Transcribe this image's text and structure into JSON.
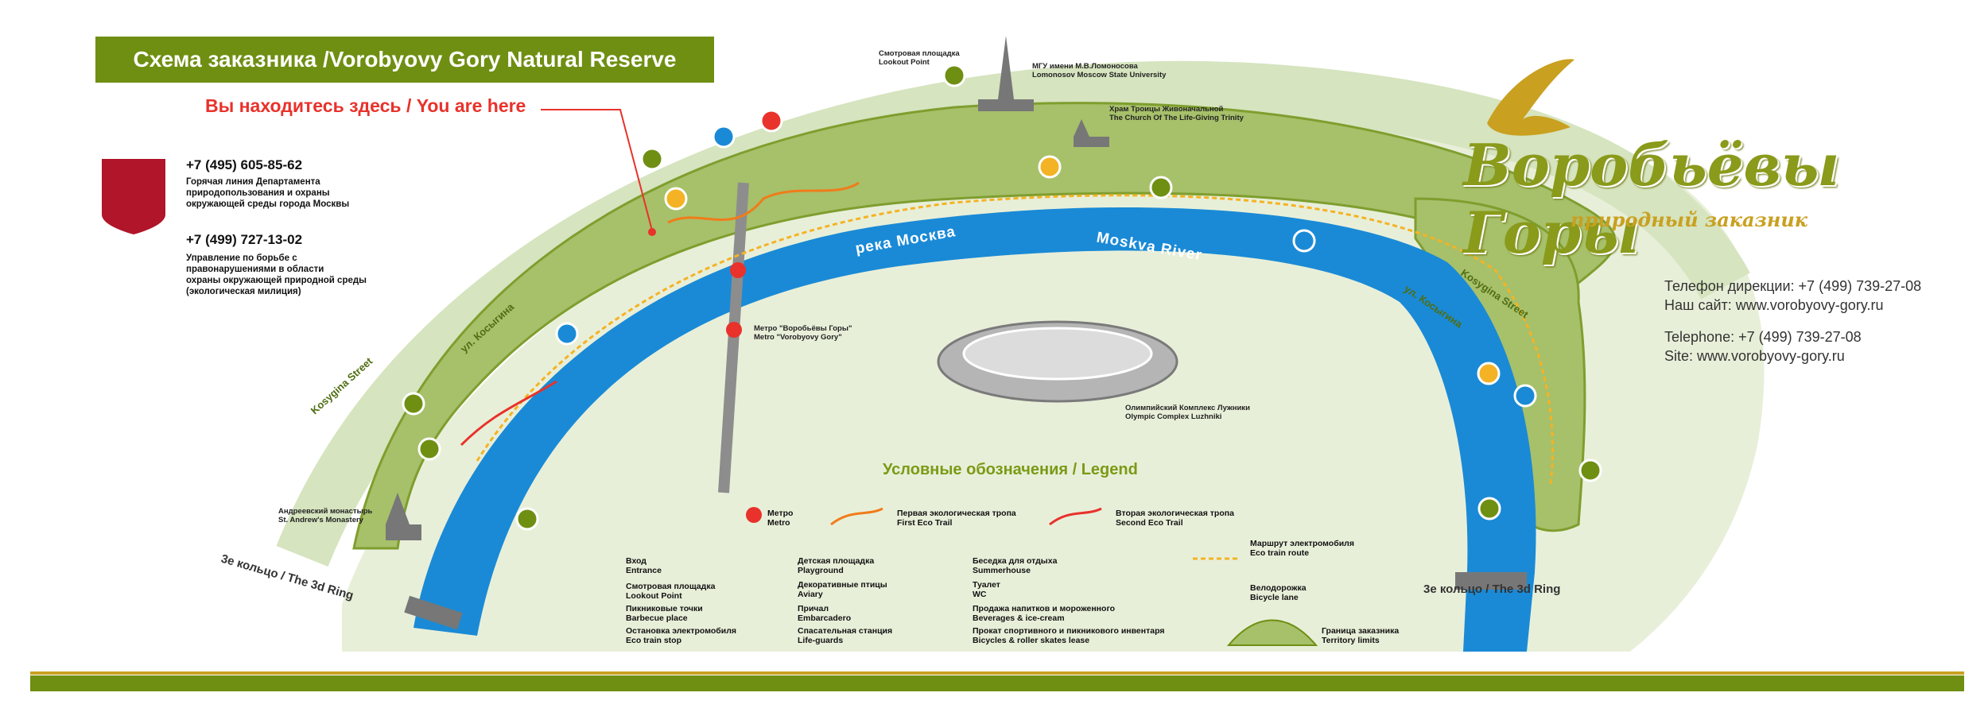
{
  "title": "Схема заказника /Vorobyovy Gory Natural Reserve",
  "you_are_here": "Вы находитесь здесь / You are here",
  "hotlines": [
    {
      "phone": "+7 (495) 605-85-62",
      "text": [
        "Горячая линия Департамента",
        "природопользования и охраны",
        "окружающей среды города Москвы"
      ]
    },
    {
      "phone": "+7 (499) 727-13-02",
      "text": [
        "Управление по борьбе с",
        "правонарушениями в области",
        "охраны окружающей природной среды",
        "(экологическая милиция)"
      ]
    }
  ],
  "contacts_ru": [
    "Телефон дирекции: +7 (499) 739-27-08",
    "Наш сайт: www.vorobyovy-gory.ru"
  ],
  "contacts_en": [
    "Telephone: +7 (499) 739-27-08",
    "Site: www.vorobyovy-gory.ru"
  ],
  "logo": {
    "main": "Воробьёвы Горы",
    "sub": "природный заказник"
  },
  "map_labels": {
    "lookout": [
      "Смотровая площадка",
      "Lookout Point"
    ],
    "msu": [
      "МГУ имени М.В.Ломоносова",
      "Lomonosov Moscow State University"
    ],
    "church": [
      "Храм Троицы Живоначальной",
      "The Church Of The Life-Giving Trinity"
    ],
    "metro": [
      "Метро \"Воробьёвы Горы\"",
      "Metro \"Vorobyovy Gory\""
    ],
    "stadium": [
      "Олимпийский Комплекс Лужники",
      "Olympic Complex Luzhniki"
    ],
    "monastery": [
      "Андреевский монастырь",
      "St. Andrew's Monastery"
    ],
    "river_ru": "река Москва",
    "river_en": "Moskva River",
    "street_ru_left": "ул. Косыгина",
    "street_en_left": "Kosygina Street",
    "street_ru_right": "ул. Косыгина",
    "street_en_right": "Kosygina Street",
    "ring_left": "3е кольцо / The 3d Ring",
    "ring_right": "3е кольцо / The 3d Ring"
  },
  "legend": {
    "title": "Условные обозначения / Legend",
    "top_row": [
      {
        "ru": "Метро",
        "en": "Metro"
      },
      {
        "ru": "Первая экологическая тропа",
        "en": "First Eco Trail"
      },
      {
        "ru": "Вторая экологическая тропа",
        "en": "Second Eco Trail"
      },
      {
        "ru": "Маршрут электромобиля",
        "en": "Eco train route"
      }
    ],
    "col1": [
      {
        "ru": "Вход",
        "en": "Entrance"
      },
      {
        "ru": "Смотровая площадка",
        "en": "Lookout Point"
      },
      {
        "ru": "Пикниковые точки",
        "en": "Barbecue place"
      },
      {
        "ru": "Остановка электромобиля",
        "en": "Eco train stop"
      }
    ],
    "col2": [
      {
        "ru": "Детская площадка",
        "en": "Playground"
      },
      {
        "ru": "Декоративные птицы",
        "en": "Aviary"
      },
      {
        "ru": "Причал",
        "en": "Embarcadero"
      },
      {
        "ru": "Спасательная станция",
        "en": "Life-guards"
      }
    ],
    "col3": [
      {
        "ru": "Беседка для отдыха",
        "en": "Summerhouse"
      },
      {
        "ru": "Туалет",
        "en": "WC"
      },
      {
        "ru": "Продажа напитков и мороженного",
        "en": "Beverages & ice-cream"
      },
      {
        "ru": "Прокат спортивного и пикникового инвентаря",
        "en": "Bicycles & roller skates lease"
      }
    ],
    "col4": [
      {
        "ru": "Велодорожка",
        "en": "Bicycle lane"
      },
      {
        "ru": "Граница заказника",
        "en": "Territory limits"
      }
    ]
  },
  "colors": {
    "green": "#6f8f12",
    "park": "#a7c06a",
    "river": "#1a8ad6",
    "gold": "#c9a020",
    "red": "#e8322b"
  }
}
